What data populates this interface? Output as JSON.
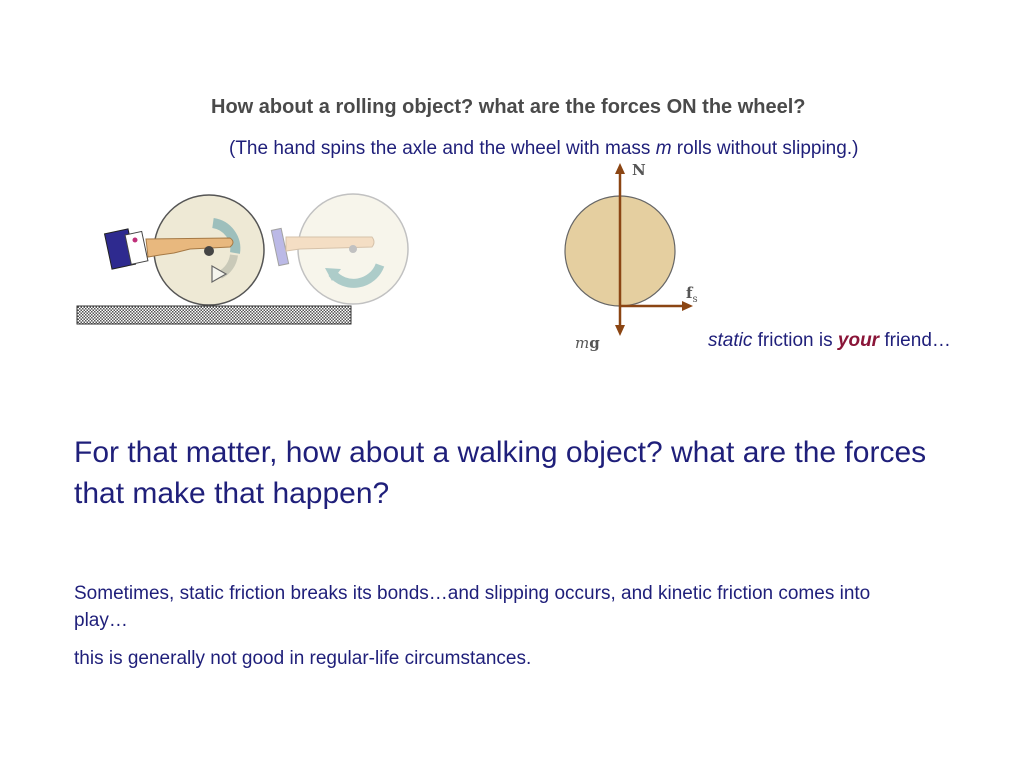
{
  "slide": {
    "heading": "How about a rolling object? what are the forces ON the wheel?",
    "subheading_before": "(The hand spins the axle and the wheel with mass ",
    "subheading_var": "m",
    "subheading_after": " rolls without slipping.)",
    "walking_question": "For that matter, how about a walking object? what are the forces that make that happen?",
    "slipping_text": "Sometimes, static friction breaks its bonds…and slipping occurs, and kinetic friction comes into play…",
    "regular_life_text": "this is generally not good in regular-life circumstances."
  },
  "fbd": {
    "normal_label": "N",
    "friction_label": "f",
    "friction_subscript": "s",
    "weight_label_var": "m",
    "weight_label_g": "g"
  },
  "friction_note": {
    "static": "static",
    "middle": " friction is ",
    "your": "your",
    "end": " friend…"
  },
  "colors": {
    "text_navy": "#1f1f7a",
    "heading_gray": "#4a4a4a",
    "wheel_fill": "#e5cfa0",
    "arrow_brown": "#8b4513",
    "your_accent": "#8a1538",
    "sleeve_blue": "#2e2a8f"
  }
}
